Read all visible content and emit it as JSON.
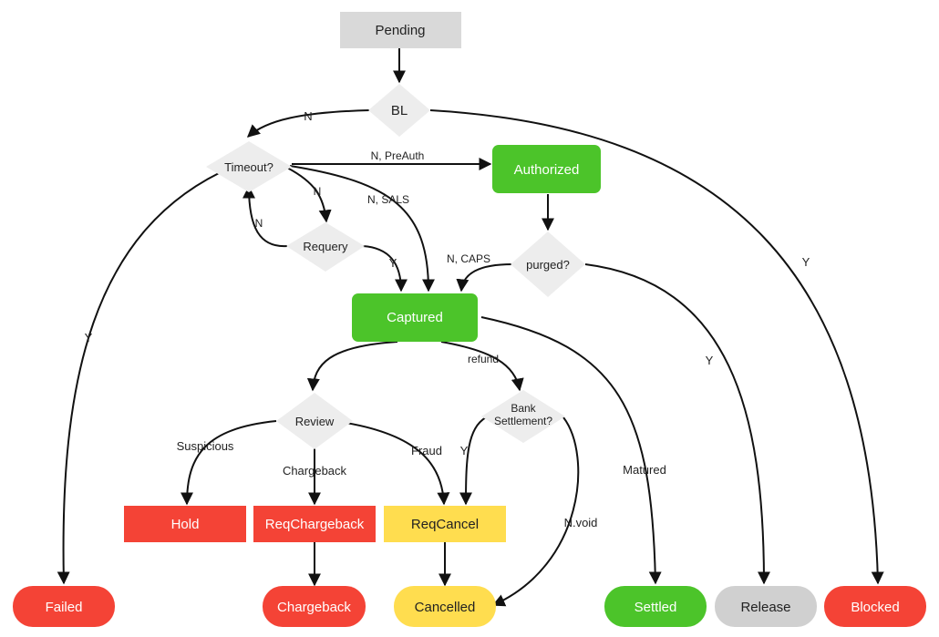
{
  "nodes": {
    "pending": "Pending",
    "bl": "BL",
    "timeout": "Timeout?",
    "authorized": "Authorized",
    "requery": "Requery",
    "purged": "purged?",
    "captured": "Captured",
    "review": "Review",
    "bank_settlement": [
      "Bank",
      "Settlement?"
    ],
    "hold": "Hold",
    "req_chargeback": "ReqChargeback",
    "req_cancel": "ReqCancel",
    "failed": "Failed",
    "chargeback": "Chargeback",
    "cancelled": "Cancelled",
    "settled": "Settled",
    "release": "Release",
    "blocked": "Blocked"
  },
  "edges": {
    "bl_n": "N",
    "bl_y": "Y",
    "timeout_y": "Y",
    "timeout_preauth": "N, PreAuth",
    "timeout_requery": "N",
    "timeout_sals": "N,  SALS",
    "requery_back": "N",
    "requery_y": "Y",
    "purged_caps": "N,  CAPS",
    "purged_y": "Y",
    "refund": "refund",
    "matured": "Matured",
    "suspicious": "Suspicious",
    "chargeback": "Chargeback",
    "fraud": "Fraud",
    "bank_y": "Y",
    "nvoid": "N.void"
  },
  "colors": {
    "green": "#4CC42A",
    "red": "#F44336",
    "yellow": "#FFDD4F",
    "gray_node": "#D0D0D0",
    "diamond": "#EDEDED",
    "pending": "#D9D9D9"
  }
}
